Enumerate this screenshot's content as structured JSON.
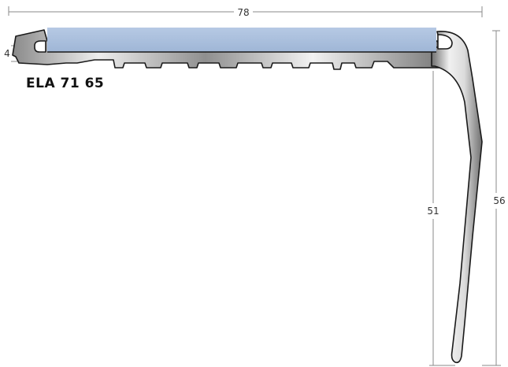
{
  "product_code": "ELA 71 65",
  "dimensions": {
    "width": "78",
    "thickness": "4",
    "nose_inner_height": "51",
    "nose_outer_height": "56"
  },
  "colors": {
    "insert": "#a9bfdc",
    "metal_light": "#eeeeee",
    "metal_dark": "#6f6f6f",
    "outline": "#1a1a1a",
    "dimension": "#8a8a8a"
  }
}
